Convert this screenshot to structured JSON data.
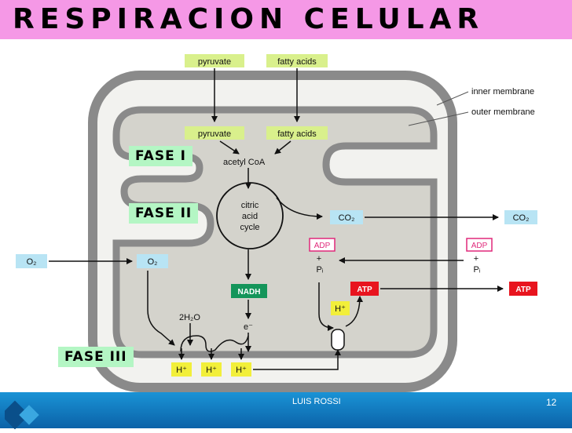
{
  "title": "RESPIRACION CELULAR",
  "phases": {
    "phase1": "FASE I",
    "phase2": "FASE II",
    "phase3": "FASE III"
  },
  "diagram": {
    "pyruvate": "pyruvate",
    "fatty_acids": "fatty acids",
    "acetyl_coa": "acetyl CoA",
    "citric_cycle_line1": "citric",
    "citric_cycle_line2": "acid",
    "citric_cycle_line3": "cycle",
    "co2": "CO₂",
    "o2": "O₂",
    "adp": "ADP",
    "plus": "+",
    "pi": "Pᵢ",
    "atp": "ATP",
    "nadh": "NADH",
    "water": "2H₂O",
    "electron": "e⁻",
    "proton": "H⁺",
    "inner_membrane": "inner membrane",
    "outer_membrane": "outer membrane"
  },
  "colors": {
    "title_bar": "#f598e6",
    "phase_label": "#b4f6c4",
    "metabolite_box": "#d9f08c",
    "co2_box": "#b8e4f4",
    "proton_box": "#f2ef3a",
    "atp_box": "#e8141e",
    "nadh_box": "#14955a",
    "adp_border": "#e0287a",
    "matrix": "#d4d3cc",
    "membrane": "#8a8a8a",
    "footer": "#1279c2"
  },
  "footer": {
    "author": "LUIS ROSSI",
    "page": "12"
  }
}
